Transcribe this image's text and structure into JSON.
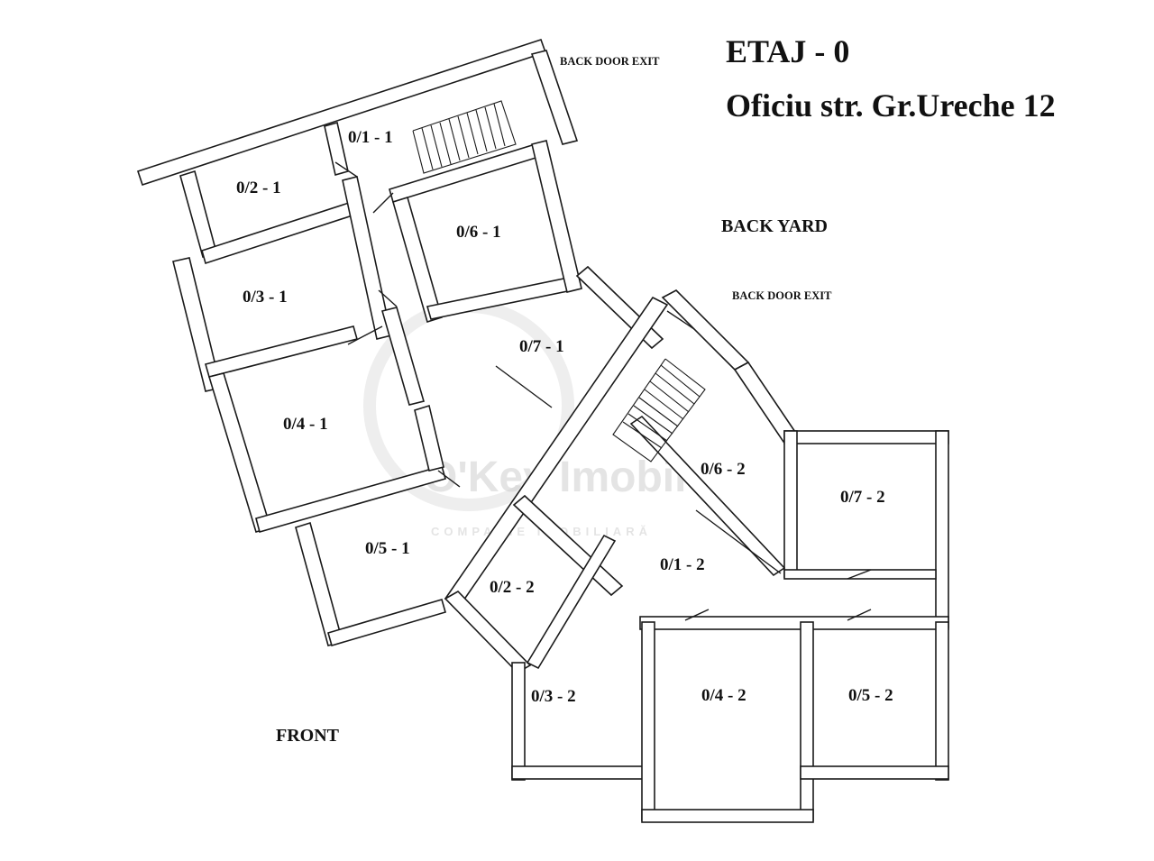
{
  "header": {
    "title": "ETAJ - 0",
    "subtitle": "Oficiu str. Gr.Ureche 12"
  },
  "annotations": {
    "back_door_exit_top": "BACK DOOR EXIT",
    "back_door_exit_mid": "BACK DOOR EXIT",
    "back_yard": "BACK YARD",
    "front": "FRONT"
  },
  "watermark": {
    "brand": "O'Key Imobil",
    "tagline": "COMPANIE IMOBILIARĂ"
  },
  "rooms": [
    "0/1 - 1",
    "0/2 - 1",
    "0/3 - 1",
    "0/4 - 1",
    "0/5 - 1",
    "0/6 - 1",
    "0/7 - 1",
    "0/1 - 2",
    "0/2 - 2",
    "0/3 - 2",
    "0/4 - 2",
    "0/5 - 2",
    "0/6 - 2",
    "0/7 - 2"
  ],
  "colors": {
    "ink": "#1a1a1a",
    "watermark": "#cfcfcf"
  }
}
